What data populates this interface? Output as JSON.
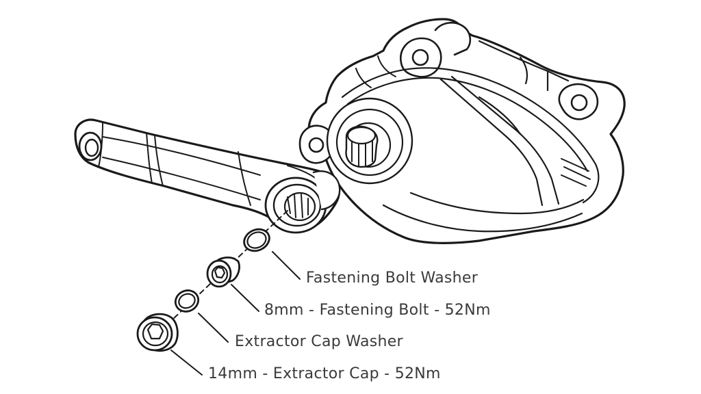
{
  "callouts": {
    "fastening_bolt_washer": "Fastening Bolt Washer",
    "fastening_bolt": "8mm - Fastening Bolt - 52Nm",
    "extractor_cap_washer": "Extractor Cap Washer",
    "extractor_cap": "14mm - Extractor Cap - 52Nm"
  },
  "colors": {
    "line": "#1a1a1a",
    "text": "#3a3a3a",
    "background": "#ffffff"
  }
}
